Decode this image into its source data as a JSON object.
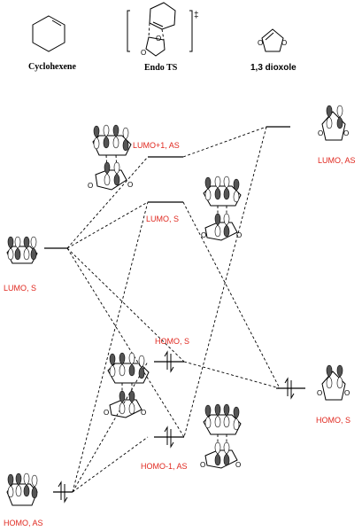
{
  "header": {
    "cyclohexene": "Cyclohexene",
    "endo_ts": "Endo TS",
    "dioxole": "1,3 dioxole",
    "ts_mark": "‡"
  },
  "levels": {
    "lumo_plus1_as": "LUMO+1, AS",
    "lumo_s_ts": "LUMO, S",
    "homo_s_ts": "HOMO, S",
    "homo_minus1_as": "HOMO-1, AS",
    "cyclohexene_lumo": "LUMO, S",
    "cyclohexene_homo": "HOMO, AS",
    "dioxole_lumo": "LUMO, AS",
    "dioxole_homo": "HOMO, S"
  },
  "atoms": {
    "oxygen": "O"
  },
  "colors": {
    "label_red": "#e0281f"
  }
}
